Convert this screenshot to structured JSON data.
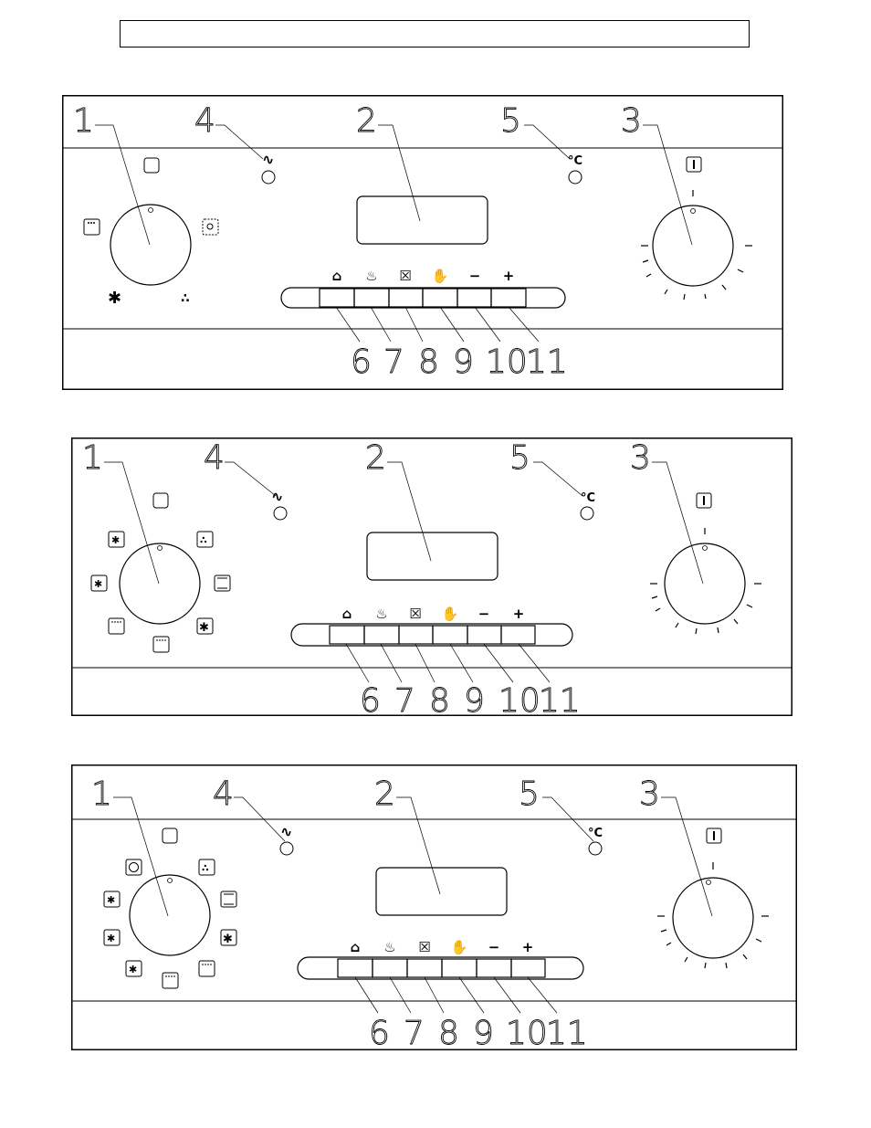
{
  "header": {
    "text": ""
  },
  "callouts": {
    "top": [
      "1",
      "2",
      "3",
      "4",
      "5"
    ],
    "bottom": [
      "6",
      "7",
      "8",
      "9",
      "10",
      "11"
    ]
  },
  "panels": [
    {
      "name": "panel-variant-a",
      "selector_symbols": [
        "lamp-icon",
        "grill-icon",
        "light-icon",
        "fan-icon",
        "defrost-icon"
      ],
      "buttons": [
        "timer-bell-icon",
        "cook-start-icon",
        "cook-end-icon",
        "manual-hand-icon",
        "minus-icon",
        "plus-icon"
      ],
      "button_glyphs": [
        "⌂",
        "♨",
        "☒",
        "✋",
        "−",
        "+"
      ],
      "indicator_4": "∿",
      "indicator_5": "°C"
    },
    {
      "name": "panel-variant-b",
      "selector_symbols": [
        "lamp-icon",
        "defrost-icon",
        "grill-fan-icon",
        "fan-grill-icon",
        "top-bottom-heat-icon",
        "bottom-heat-icon",
        "top-heat-icon",
        "fan-icon"
      ],
      "buttons": [
        "timer-bell-icon",
        "cook-start-icon",
        "cook-end-icon",
        "manual-hand-icon",
        "minus-icon",
        "plus-icon"
      ],
      "button_glyphs": [
        "⌂",
        "♨",
        "☒",
        "✋",
        "−",
        "+"
      ],
      "indicator_4": "∿",
      "indicator_5": "°C"
    },
    {
      "name": "panel-variant-c",
      "selector_symbols": [
        "lamp-icon",
        "clock-icon",
        "defrost-icon",
        "grill-fan-icon",
        "top-bottom-heat-icon",
        "fan-grill-icon",
        "fan-icon",
        "grill-icon",
        "bottom-heat-icon",
        "top-heat-icon"
      ],
      "buttons": [
        "timer-bell-icon",
        "cook-start-icon",
        "cook-end-icon",
        "manual-hand-icon",
        "minus-icon",
        "plus-icon"
      ],
      "button_glyphs": [
        "⌂",
        "♨",
        "☒",
        "✋",
        "−",
        "+"
      ],
      "indicator_4": "∿",
      "indicator_5": "°C"
    }
  ]
}
